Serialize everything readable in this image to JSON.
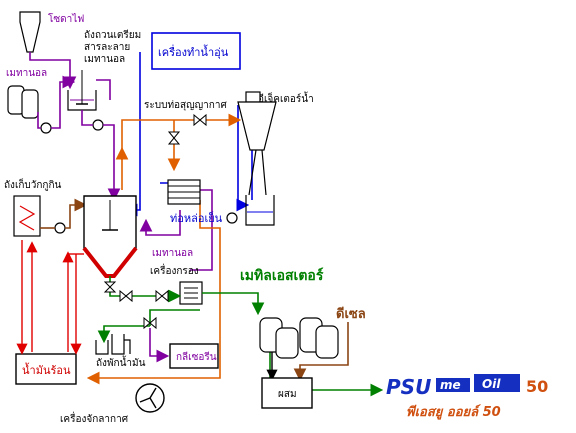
{
  "labels": {
    "catalyst": "โซดาไฟ",
    "catalyst_tank": "ถังถวนเตรียมสารละลาย\nเมทานอล",
    "methanol_top": "เมทานอล",
    "heater": "เครื่องทำน้ำอุ่น",
    "vacuum_line": "ระบบท่อสุญญากาศ",
    "ejector": "อีเจ็คเตอร์น้ำ",
    "reactor_tank": "ถังเก็บวักกูกิน",
    "condenser": "ท่อหล่อเย็น",
    "methanol_return": "เมทานอล",
    "filter": "เครื่องกรอง",
    "methyl_ester": "เมทิลเอสเตอร์",
    "diesel": "ดีเซล",
    "glycerin_tank": "ถังพักน้ำมัน",
    "glycerin": "กลีเซอรีน",
    "hot_oil": "น้ำมันร้อน",
    "air_blower": "เครื่องจักลากาศ",
    "mix": "ผสม"
  },
  "brand": {
    "psu": "PSU",
    "me": "me",
    "oil": "Oil",
    "num": "50",
    "thai": "พีเอสยู ออยล์ 50"
  },
  "colors": {
    "purple": "#8000a0",
    "orange": "#e06000",
    "blue": "#0000e0",
    "green": "#008000",
    "red": "#e00000",
    "brown": "#8b4513",
    "dark_red": "#b00000"
  }
}
